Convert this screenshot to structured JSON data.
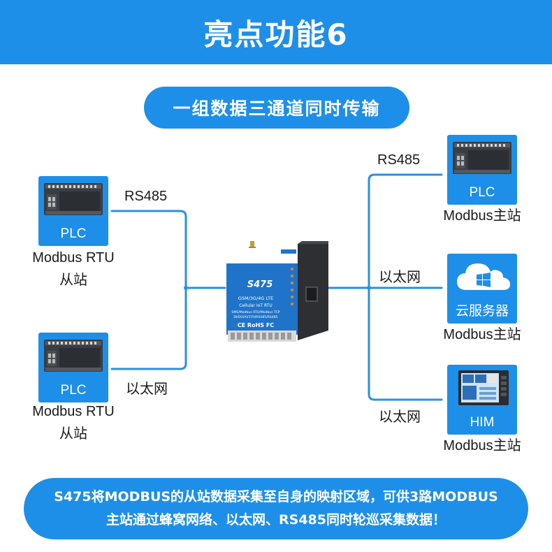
{
  "header": {
    "title": "亮点功能6"
  },
  "subtitle": "一组数据三通道同时传输",
  "gateway": {
    "model": "S475",
    "line1": "GSM/3G/4G LTE",
    "line2": "Cellular IoT RTU",
    "line3": "SMS/Modbus RTU/Modbus TCP",
    "line4": "DI/DO/AI/1TH/RS485/RS485",
    "cert": "CE RoHS FC"
  },
  "left_devices": [
    {
      "card_label": "PLC",
      "caption_line1": "Modbus RTU",
      "caption_line2": "从站",
      "link_label": "RS485"
    },
    {
      "card_label": "PLC",
      "caption_line1": "Modbus RTU",
      "caption_line2": "从站",
      "link_label": "以太网"
    }
  ],
  "right_devices": [
    {
      "card_label": "PLC",
      "caption": "Modbus主站",
      "link_label": "RS485"
    },
    {
      "card_label": "云服务器",
      "caption": "Modbus主站",
      "link_label": "以太网"
    },
    {
      "card_label": "HIM",
      "caption": "Modbus主站",
      "link_label": "以太网"
    }
  ],
  "footer": {
    "line1": "S475将MODBUS的从站数据采集至自身的映射区域，可供3路MODBUS",
    "line2": "主站通过蜂窝网络、以太网、RS485同时轮巡采集数据！"
  },
  "colors": {
    "accent": "#1e8fe8",
    "wire": "#2c8fe0"
  }
}
